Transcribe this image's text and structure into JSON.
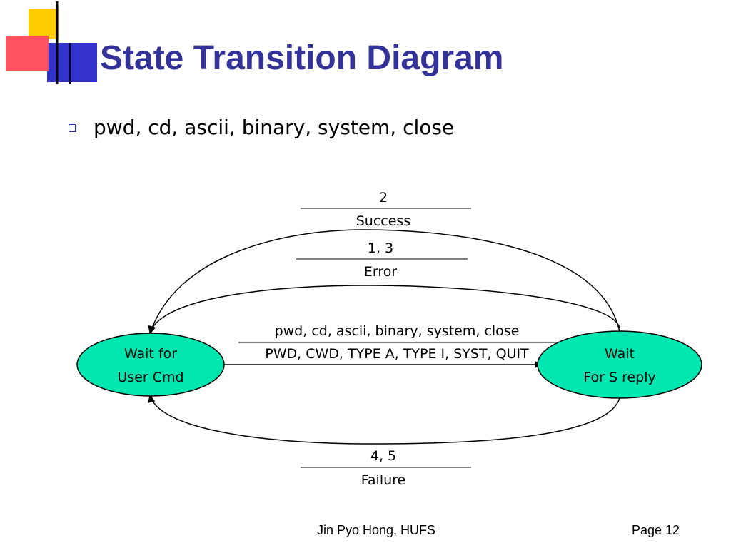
{
  "slide": {
    "title": "State Transition Diagram",
    "bullet": "pwd, cd, ascii, binary, system, close"
  },
  "diagram": {
    "states": {
      "wait_user": {
        "line1": "Wait for",
        "line2": "User Cmd"
      },
      "wait_reply": {
        "line1": "Wait",
        "line2": "For S reply"
      }
    },
    "transitions": {
      "command": {
        "event": "pwd, cd, ascii, binary, system,  close",
        "action": "PWD, CWD, TYPE A, TYPE I, SYST, QUIT"
      },
      "success": {
        "code": "2",
        "result": "Success"
      },
      "error": {
        "code": "1, 3",
        "result": "Error"
      },
      "failure": {
        "code": "4, 5",
        "result": "Failure"
      }
    },
    "colors": {
      "state_fill": "#00e6b0",
      "title": "#333399"
    }
  },
  "footer": {
    "author": "Jin Pyo Hong, HUFS",
    "page": "Page 12"
  }
}
